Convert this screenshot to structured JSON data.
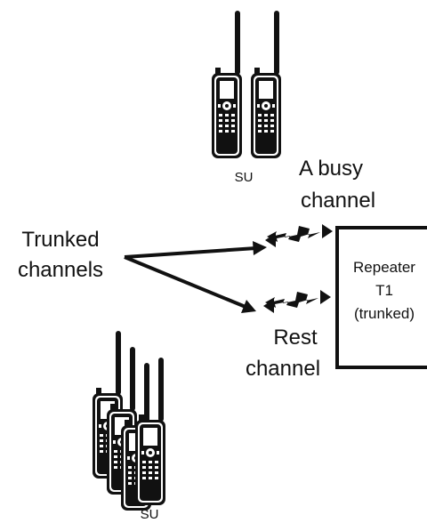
{
  "labels": {
    "su_top": "SU",
    "su_bottom": "SU",
    "busy_line1": "A busy",
    "busy_line2": "channel",
    "trunked_line1": "Trunked",
    "trunked_line2": "channels",
    "rest_line1": "Rest",
    "rest_line2": "channel",
    "repeater_line1": "Repeater",
    "repeater_line2": "T1",
    "repeater_line3": "(trunked)"
  },
  "icons": {
    "radio": "handheld-radio-icon",
    "rf_link": "rf-lightning-link-icon"
  },
  "colors": {
    "ink": "#111111",
    "background": "#ffffff"
  }
}
